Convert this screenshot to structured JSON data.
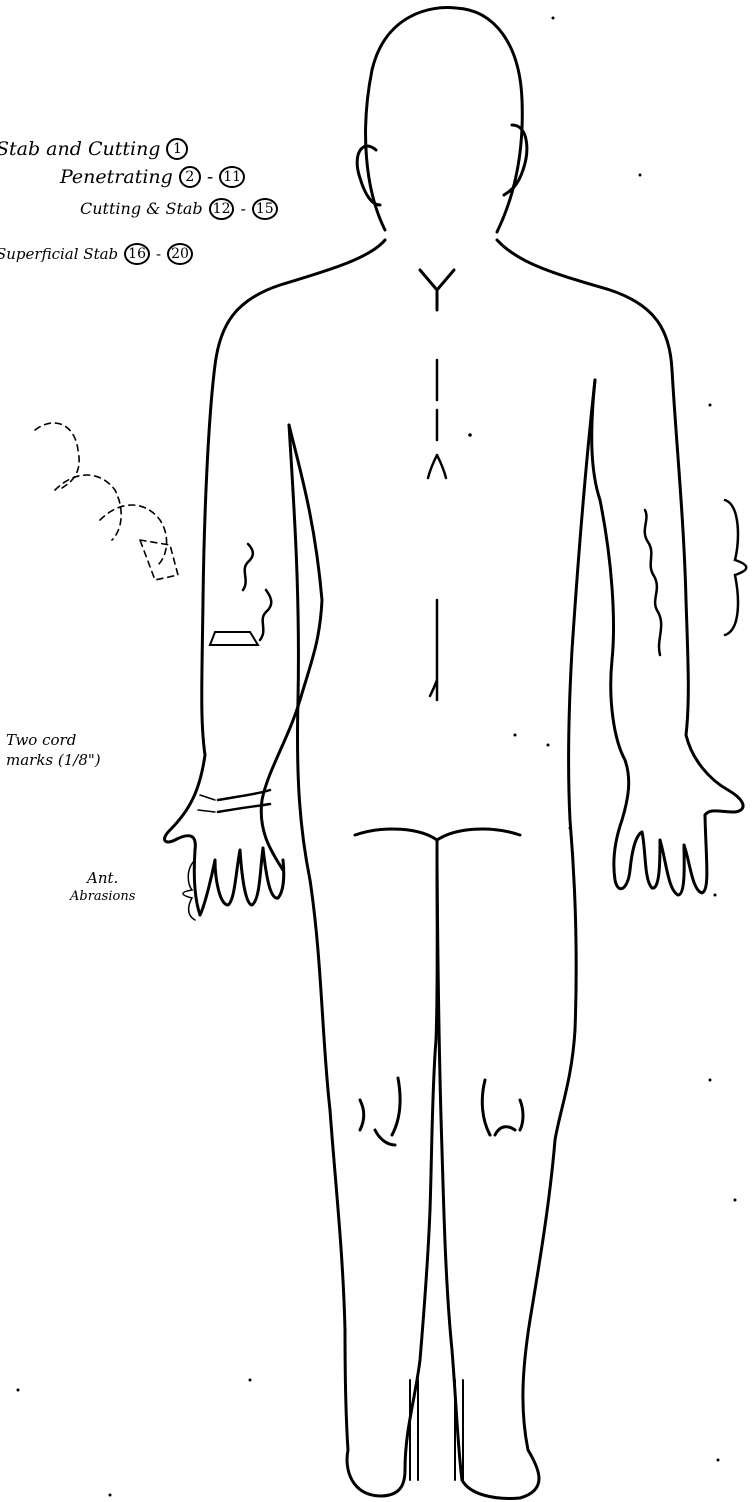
{
  "legend": {
    "rows": [
      {
        "label": "Stab and Cutting",
        "marks": [
          "1"
        ]
      },
      {
        "label": "Penetrating",
        "marks": [
          "2",
          "11"
        ]
      },
      {
        "label": "Cutting & Stab",
        "marks": [
          "12",
          "15"
        ]
      },
      {
        "label": "Superficial Stab",
        "marks": [
          "16",
          "20"
        ]
      }
    ]
  },
  "annotations": {
    "cord_marks_line1": "Two cord",
    "cord_marks_line2": "marks (1/8\")",
    "abrasions_line1": "Ant.",
    "abrasions_line2": "Abrasions"
  }
}
